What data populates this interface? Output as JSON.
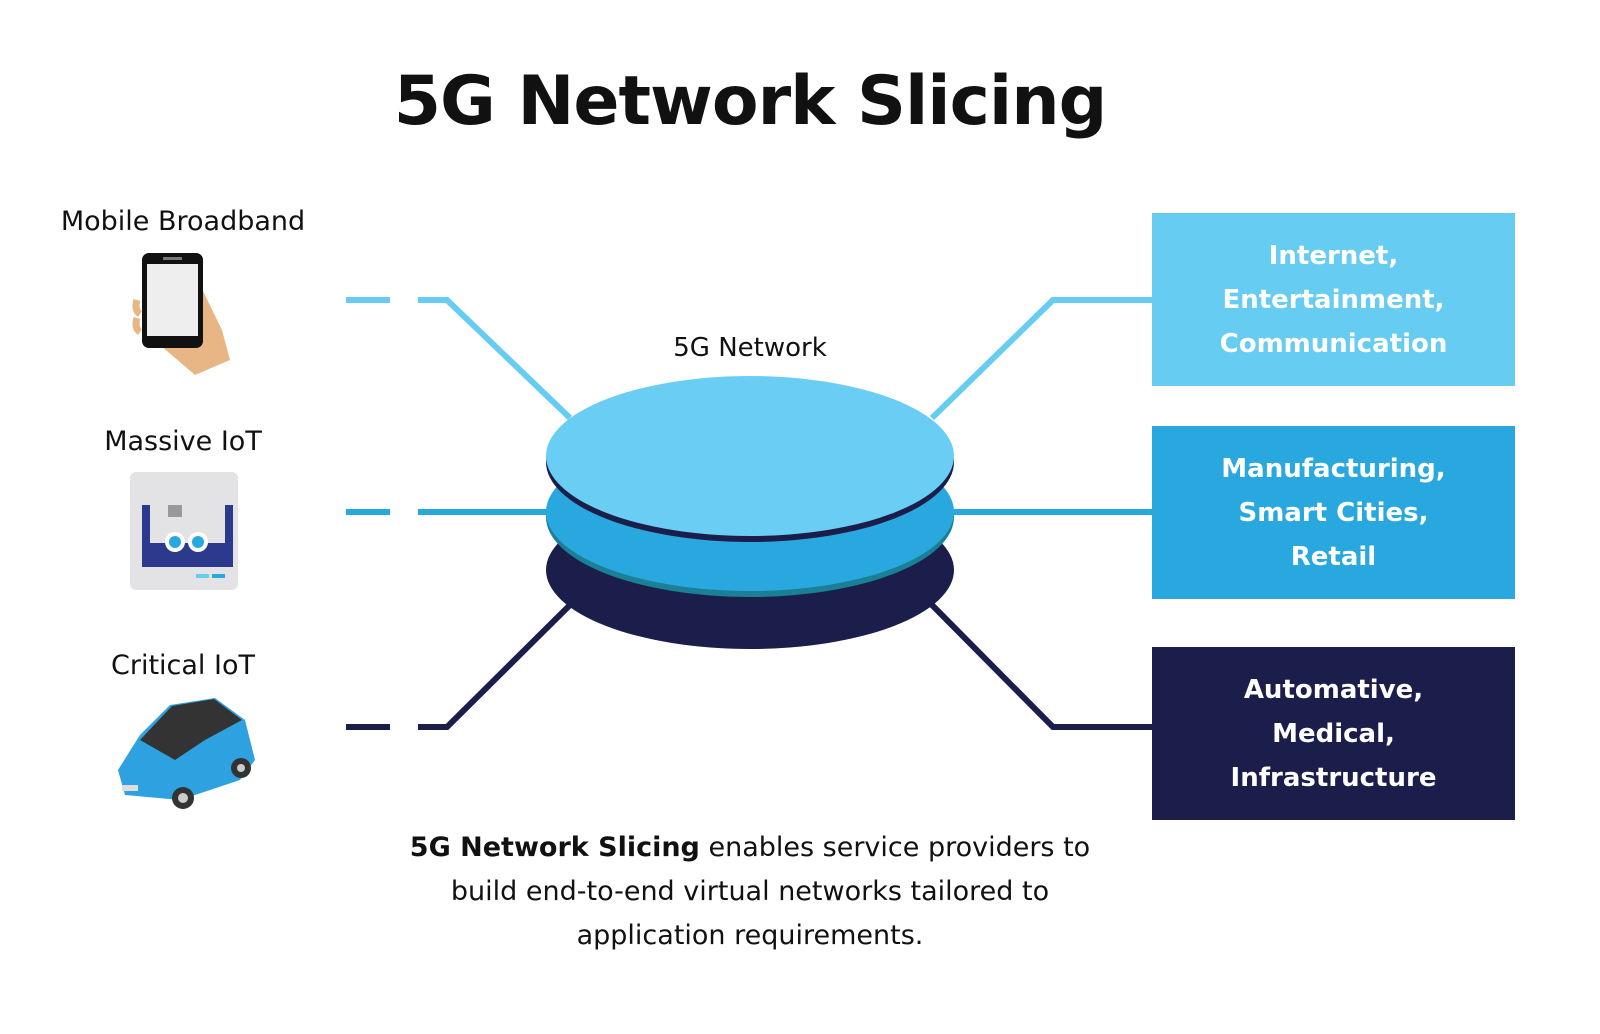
{
  "title": "5G Network Slicing",
  "network_label": "5G Network",
  "use_cases": [
    {
      "label": "Mobile Broadband",
      "icon": "smartphone-in-hand-icon"
    },
    {
      "label": "Massive IoT",
      "icon": "factory-machine-icon"
    },
    {
      "label": "Critical IoT",
      "icon": "car-icon"
    }
  ],
  "slices": [
    {
      "lines": [
        "Internet,",
        "Entertainment,",
        "Communication"
      ],
      "color": "#66CCF2"
    },
    {
      "lines": [
        "Manufacturing,",
        "Smart Cities,",
        "Retail"
      ],
      "color": "#29A8E0"
    },
    {
      "lines": [
        "Automative,",
        "Medical,",
        "Infrastructure"
      ],
      "color": "#1B1E4B"
    }
  ],
  "caption": {
    "bold": "5G Network Slicing",
    "line1_rest": " enables service providers to",
    "line2": "build end-to-end virtual networks tailored to",
    "line3": "application requirements."
  }
}
